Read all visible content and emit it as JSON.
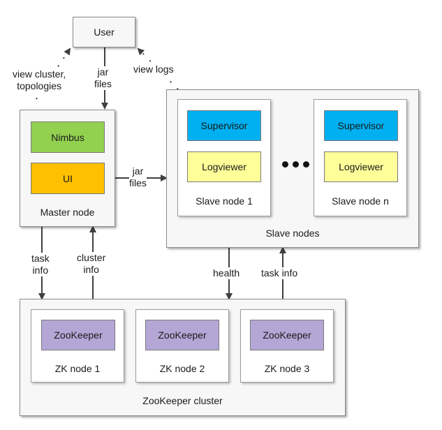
{
  "user": {
    "label": "User"
  },
  "master_node": {
    "label": "Master node",
    "components": [
      {
        "label": "Nimbus",
        "color": "#92d050"
      },
      {
        "label": "UI",
        "color": "#ffc000"
      }
    ]
  },
  "slave_nodes": {
    "label": "Slave nodes",
    "nodes": [
      {
        "label": "Slave node 1",
        "supervisor": "Supervisor",
        "logviewer": "Logviewer"
      },
      {
        "label": "Slave node n",
        "supervisor": "Supervisor",
        "logviewer": "Logviewer"
      }
    ],
    "supervisor_color": "#00b0f0",
    "logviewer_color": "#ffff99"
  },
  "zookeeper_cluster": {
    "label": "ZooKeeper cluster",
    "nodes": [
      {
        "label": "ZK node 1",
        "component": "ZooKeeper"
      },
      {
        "label": "ZK node 2",
        "component": "ZooKeeper"
      },
      {
        "label": "ZK node 3",
        "component": "ZooKeeper"
      }
    ],
    "component_color": "#b4a7d6"
  },
  "edges": {
    "view_cluster": "view cluster,\ntopologies",
    "jar_files_user": "jar\nfiles",
    "view_logs": "view logs",
    "jar_files_master": "jar\nfiles",
    "task_info_master": "task\ninfo",
    "cluster_info": "cluster\ninfo",
    "health": "health",
    "task_info_slave": "task info"
  }
}
